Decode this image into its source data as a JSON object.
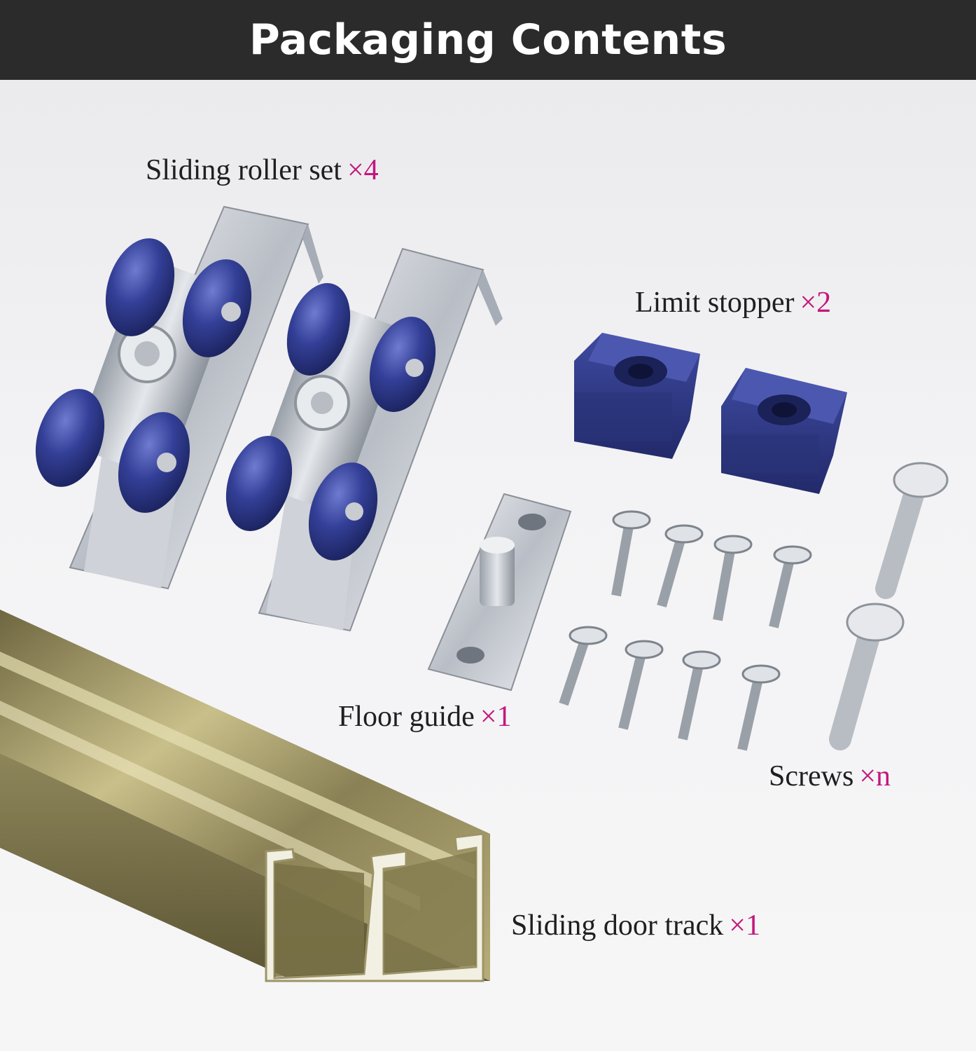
{
  "header": {
    "title": "Packaging Contents"
  },
  "colors": {
    "header_bg": "#2b2b2b",
    "quantity_accent": "#c2187c",
    "roller_wheel": "#2f3a8c",
    "track_gold": "#a39a6a",
    "steel": "#d6d9de"
  },
  "items": {
    "roller": {
      "name": "Sliding roller set",
      "qty": "×4"
    },
    "stopper": {
      "name": "Limit stopper",
      "qty": "×2"
    },
    "guide": {
      "name": "Floor guide",
      "qty": "×1"
    },
    "screws": {
      "name": "Screws",
      "qty": "×n"
    },
    "track": {
      "name": "Sliding door track",
      "qty": "×1"
    }
  }
}
